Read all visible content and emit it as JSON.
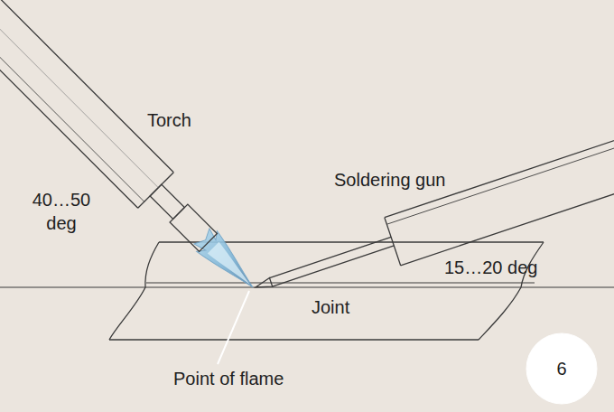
{
  "diagram": {
    "nodes": [
      {
        "text": [
          "6"
        ]
      }
    ],
    "labels": [
      "Torch",
      "40…50 deg",
      "Soldering gun",
      "15…20 deg",
      "Joint",
      "Point of flame"
    ]
  }
}
